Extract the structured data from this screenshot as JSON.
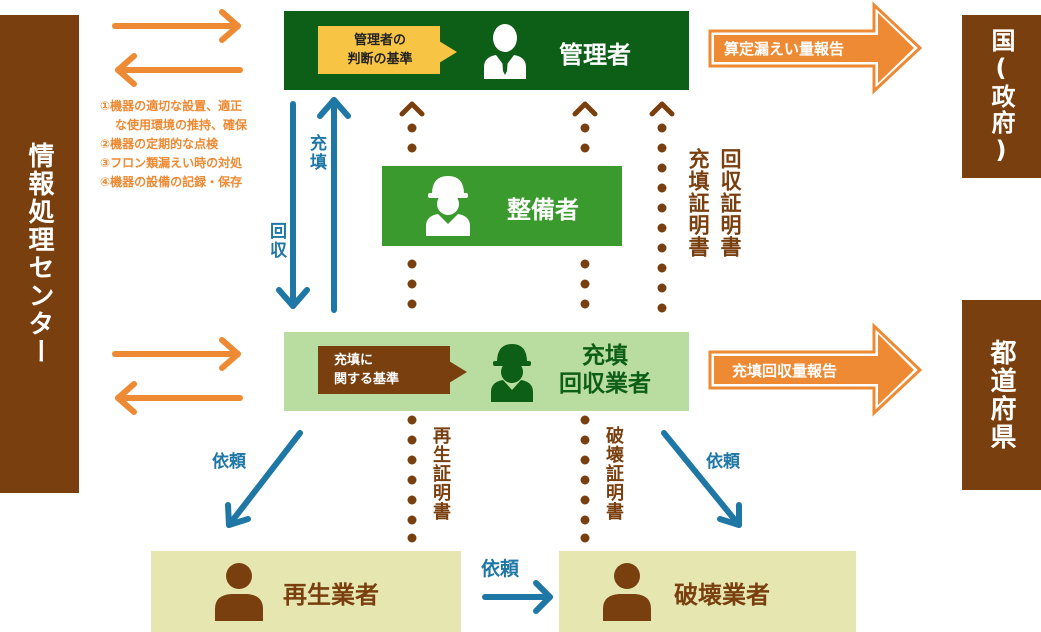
{
  "left_panel": {
    "label": "情報処理センター"
  },
  "right_top": {
    "label": "国(政府)"
  },
  "right_bottom": {
    "label": "都道府県"
  },
  "manager": {
    "label": "管理者",
    "note": "管理者の\n判断の基準"
  },
  "maintainer": {
    "label": "整備者"
  },
  "filler": {
    "label": "充填\n回収業者",
    "note": "充填に\n関する基準"
  },
  "recycler": {
    "label": "再生業者"
  },
  "destroyer": {
    "label": "破壊業者"
  },
  "duties": [
    "①機器の適切な設置、適正",
    "な使用環境の推持、確保",
    "②機器の定期的な点検",
    "③フロン類漏えい時の対処",
    "④機器の設備の記録・保存"
  ],
  "report_top": "算定漏えい量報告",
  "report_bottom": "充填回収量報告",
  "arrow_fill": "充填",
  "arrow_recover": "回収",
  "cert_fill": "充填証明書",
  "cert_recover": "回収証明書",
  "cert_recycle": "再生証明書",
  "cert_destroy": "破壊証明書",
  "request_left": "依頼",
  "request_right": "依頼",
  "request_bottom": "依頼",
  "colors": {
    "brown": "#7a3f0e",
    "dark_green": "#0d5e16",
    "mid_green": "#3a9a2e",
    "light_green": "#b9dca0",
    "beige": "#e6e6b1",
    "orange": "#ee8a33",
    "blue": "#1f77a6",
    "note_yellow": "#f7c543",
    "dot_brown": "#7a3f0e"
  }
}
